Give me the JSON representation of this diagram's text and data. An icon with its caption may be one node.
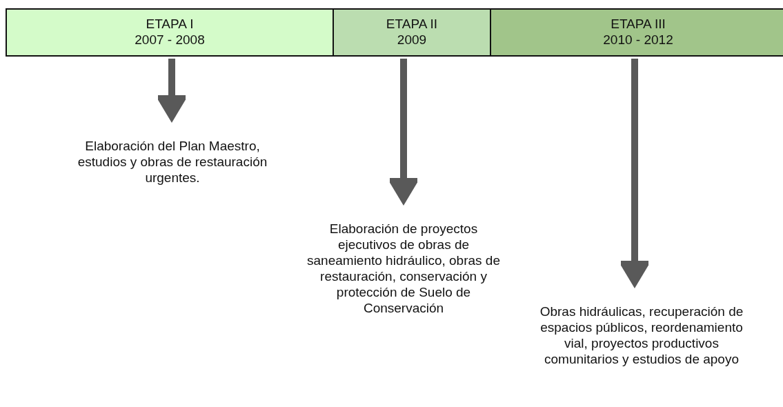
{
  "diagram": {
    "nodes": [
      {
        "text": [
          "ETAPA I",
          "2007 - 2008"
        ]
      },
      {
        "text": [
          "ETAPA II",
          "2009"
        ]
      },
      {
        "text": [
          "ETAPA III",
          "2010 - 2012"
        ]
      },
      {
        "text": [
          "Elaboración del Plan Maestro, estudios y obras de restauración urgentes."
        ]
      },
      {
        "text": [
          "Elaboración de proyectos ejecutivos de obras de saneamiento hidráulico, obras de restauración, conservación y protección de Suelo de Conservación"
        ]
      },
      {
        "text": [
          "Obras hidráulicas, recuperación de espacios públicos, reordenamiento vial, proyectos productivos comunitarios y estudios de apoyo"
        ]
      }
    ],
    "edges": [
      {
        "from": 0,
        "to": 3,
        "arrow": "to"
      },
      {
        "from": 1,
        "to": 4,
        "arrow": "to"
      },
      {
        "from": 2,
        "to": 5,
        "arrow": "to"
      }
    ]
  }
}
